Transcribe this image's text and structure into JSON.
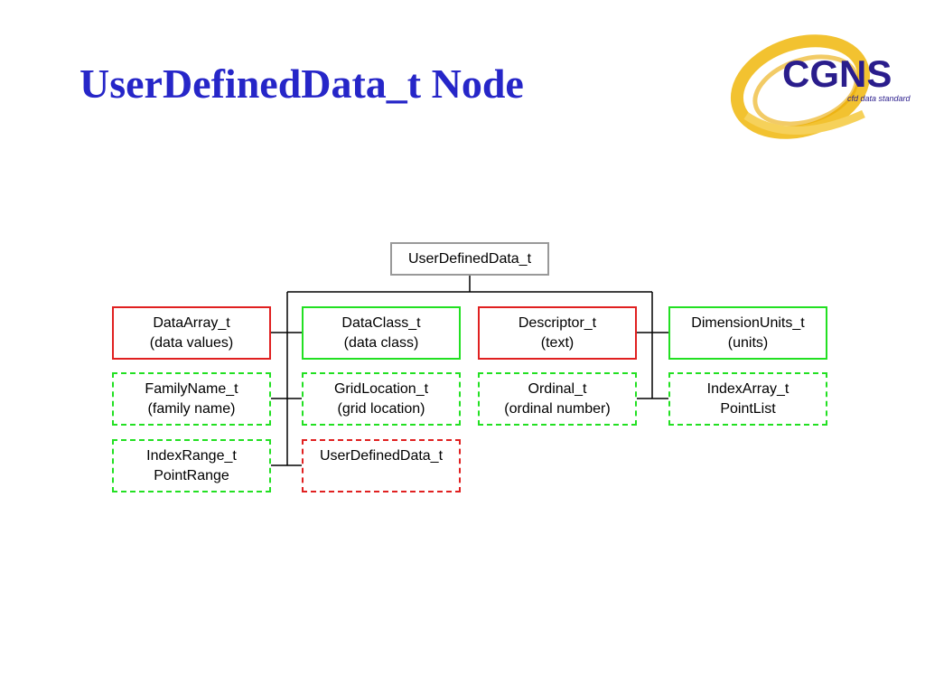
{
  "slide": {
    "title": "UserDefinedData_t Node"
  },
  "logo": {
    "text": "CGNS",
    "tagline": "cfd data standard"
  },
  "colors": {
    "title": "#2626C8",
    "required": "#E02020",
    "optional": "#22E022",
    "root_border": "#999999",
    "connector": "#000000",
    "logo_swoosh": "#F2C230",
    "logo_text": "#2A1D8C"
  },
  "diagram": {
    "root": {
      "line1": "UserDefinedData_t"
    },
    "nodes": [
      {
        "id": "dataarray",
        "line1": "DataArray_t",
        "line2": "(data values)",
        "border": "solid",
        "color": "required"
      },
      {
        "id": "dataclass",
        "line1": "DataClass_t",
        "line2": "(data class)",
        "border": "solid",
        "color": "optional"
      },
      {
        "id": "descriptor",
        "line1": "Descriptor_t",
        "line2": "(text)",
        "border": "solid",
        "color": "required"
      },
      {
        "id": "dimensionunits",
        "line1": "DimensionUnits_t",
        "line2": "(units)",
        "border": "solid",
        "color": "optional"
      },
      {
        "id": "familyname",
        "line1": "FamilyName_t",
        "line2": "(family name)",
        "border": "dashed",
        "color": "optional"
      },
      {
        "id": "gridlocation",
        "line1": "GridLocation_t",
        "line2": "(grid location)",
        "border": "dashed",
        "color": "optional"
      },
      {
        "id": "ordinal",
        "line1": "Ordinal_t",
        "line2": "(ordinal number)",
        "border": "dashed",
        "color": "optional"
      },
      {
        "id": "indexarray",
        "line1": "IndexArray_t",
        "line2": "PointList",
        "border": "dashed",
        "color": "optional"
      },
      {
        "id": "indexrange",
        "line1": "IndexRange_t",
        "line2": "PointRange",
        "border": "dashed",
        "color": "optional"
      },
      {
        "id": "userdefined",
        "line1": "UserDefinedData_t",
        "line2": "",
        "border": "dashed",
        "color": "required"
      }
    ]
  }
}
